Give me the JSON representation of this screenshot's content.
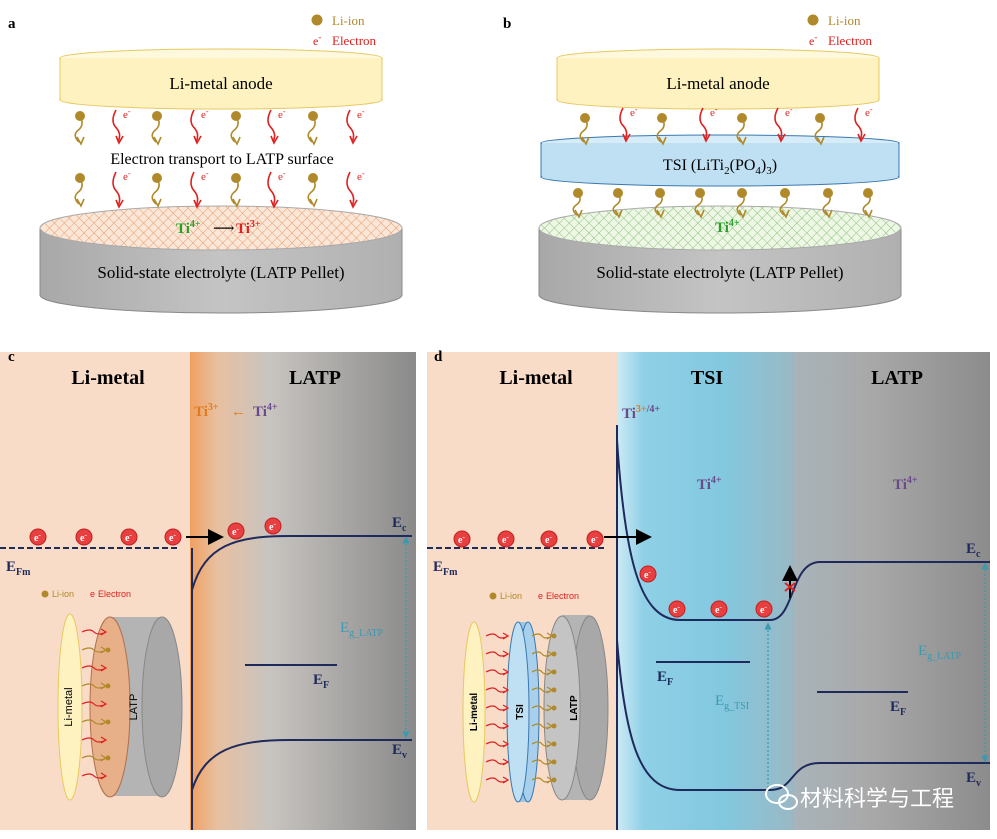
{
  "panel_a": {
    "letter": "a",
    "legend_li": "Li-ion",
    "legend_e_sup": "-",
    "legend_electron": "Electron",
    "anode": "Li-metal anode",
    "transport": "Electron transport to LATP surface",
    "ti4": "Ti",
    "ti4_sup": "4+",
    "arrow": "⟶",
    "ti3": "Ti",
    "ti3_sup": "3+",
    "pellet": "Solid-state electrolyte (LATP Pellet)",
    "e_label": "e",
    "e_sup": "-"
  },
  "panel_b": {
    "letter": "b",
    "legend_li": "Li-ion",
    "legend_e_sup": "-",
    "legend_electron": "Electron",
    "anode": "Li-metal anode",
    "tsi_a": "TSI (LiTi",
    "tsi_s1": "2",
    "tsi_b": "(PO",
    "tsi_s2": "4",
    "tsi_c": ")",
    "tsi_s3": "3",
    "tsi_d": ")",
    "ti4": "Ti",
    "ti4_sup": "4+",
    "pellet": "Solid-state electrolyte (LATP Pellet)",
    "e_label": "e",
    "e_sup": "-"
  },
  "panel_c": {
    "letter": "c",
    "li_metal": "Li-metal",
    "latp": "LATP",
    "ti3": "Ti",
    "ti3_sup": "3+",
    "arrow": "←",
    "ti4": "Ti",
    "ti4_sup": "4+",
    "ec": "E",
    "ec_sub": "c",
    "efm": "E",
    "efm_sub": "Fm",
    "eg": "E",
    "eg_sub": "g_LATP",
    "ef": "E",
    "ef_sub": "F",
    "ev": "E",
    "ev_sub": "v",
    "inset_li": "Li-ion",
    "inset_e": "e",
    "inset_electron": "Electron",
    "inset_limetal": "Li-metal",
    "inset_latp": "LATP",
    "e_label": "e",
    "e_sup": "-"
  },
  "panel_d": {
    "letter": "d",
    "li_metal": "Li-metal",
    "tsi": "TSI",
    "latp": "LATP",
    "ti_top": "Ti",
    "ti_top_sup1": "3+",
    "ti_top_sup2": "/4+",
    "ti4_tsi": "Ti",
    "ti4_tsi_sup": "4+",
    "ti4_latp": "Ti",
    "ti4_latp_sup": "4+",
    "ec": "E",
    "ec_sub": "c",
    "efm": "E",
    "efm_sub": "Fm",
    "ef1": "E",
    "ef1_sub": "F",
    "ef2": "E",
    "ef2_sub": "F",
    "eg_tsi": "E",
    "eg_tsi_sub": "g_TSI",
    "eg_latp": "E",
    "eg_latp_sub": "g_LATP",
    "ev": "E",
    "ev_sub": "v",
    "inset_li": "Li-ion",
    "inset_e": "e",
    "inset_electron": "Electron",
    "inset_limetal": "Li-metal",
    "inset_tsi": "TSI",
    "inset_latp": "LATP",
    "e_label": "e",
    "e_sup": "-"
  },
  "watermark": "材料科学与工程",
  "colors": {
    "navy": "#1f2a5c",
    "li_ion": "#b08a2a",
    "electron": "#e02020",
    "green": "#2aa02a",
    "ti3_red": "#e02020",
    "purple": "#6a4a8a",
    "orange": "#e07a20",
    "teal": "#3a9ab0",
    "peach": "#f8dcc8",
    "tsi_blue": "#bfe0f2",
    "anode_yellow": "#fdf2c0"
  }
}
